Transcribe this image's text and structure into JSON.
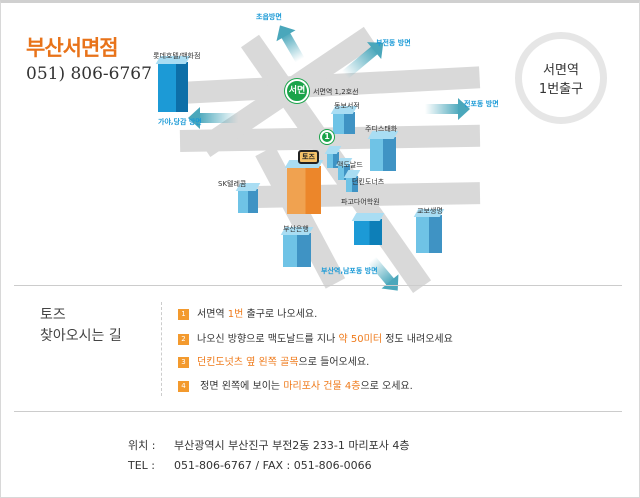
{
  "header": {
    "title": "부산서면점",
    "phone": "051) 806-6767"
  },
  "badge": {
    "line1": "서면역",
    "line2": "1번출구"
  },
  "map": {
    "station_label": "서면",
    "exit_number": "1",
    "store_sign": "토즈",
    "landmarks": [
      "롯데호텔/백화점",
      "서면역 1,2호선",
      "동보서적",
      "주디스태화",
      "맥도날드",
      "던킨도너츠",
      "SK텔레콤",
      "파고다어학원",
      "교보생명",
      "부산은행"
    ],
    "directions": [
      "초읍방면",
      "부전동 방면",
      "전포동 방면",
      "가야,당감 방면",
      "부산역,남포동 방면"
    ]
  },
  "guide": {
    "title_line1": "토즈",
    "title_line2": "찾아오시는 길",
    "steps": [
      {
        "num": "1",
        "pre": "서면역 ",
        "hl": "1번",
        "post": " 출구로 나오세요."
      },
      {
        "num": "2",
        "pre": "나오신 방향으로 맥도날드를 지나  ",
        "hl": "약 50미터",
        "post": " 정도 내려오세요"
      },
      {
        "num": "3",
        "pre": "",
        "hl": "던킨도넛츠 옆 왼쪽 골목",
        "post": "으로 들어오세요."
      },
      {
        "num": "4",
        "pre": " 정면 왼쪽에 보이는 ",
        "hl": "마리포사 건물  4층",
        "post": "으로 오세요."
      }
    ]
  },
  "address": {
    "location_label": "위치 :",
    "location": "부산광역시 부산진구 부전2동 233-1 마리포사 4층",
    "tel_label": "TEL :",
    "tel": "051-806-6767 / FAX : 051-806-0066"
  }
}
